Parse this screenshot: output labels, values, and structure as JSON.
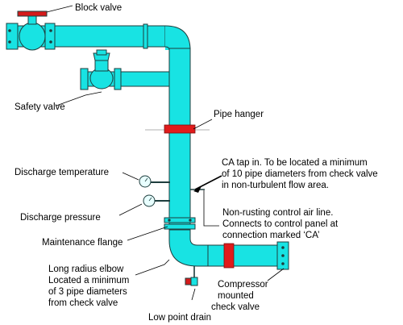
{
  "diagram": {
    "colors": {
      "pipe": "#18e3e3",
      "pipe_outline": "#1e3d3d",
      "hanger": "#e01b1b",
      "valve_handle": "#d41b1b",
      "background": "#ffffff"
    },
    "labels": {
      "block_valve": "Block valve",
      "safety_valve": "Safety valve",
      "pipe_hanger": "Pipe hanger",
      "ca_tap_line1": "CA tap in. To be located a minimum",
      "ca_tap_line2": "of 10 pipe diameters from check valve",
      "ca_tap_line3": "in non-turbulent flow area.",
      "discharge_temperature": "Discharge temperature",
      "discharge_pressure": "Discharge pressure",
      "control_air_line1": "Non-rusting control air line.",
      "control_air_line2": "Connects to control panel at",
      "control_air_line3": "connection marked ‘CA’",
      "maintenance_flange": "Maintenance flange",
      "elbow_line1": "Long radius elbow",
      "elbow_line2": "Located a minimum",
      "elbow_line3": "of 3 pipe diameters",
      "elbow_line4": "from check valve",
      "compressor_line1": "Compressor",
      "compressor_line2": "mounted",
      "compressor_line3": "check valve",
      "low_point_drain": "Low point drain"
    }
  }
}
